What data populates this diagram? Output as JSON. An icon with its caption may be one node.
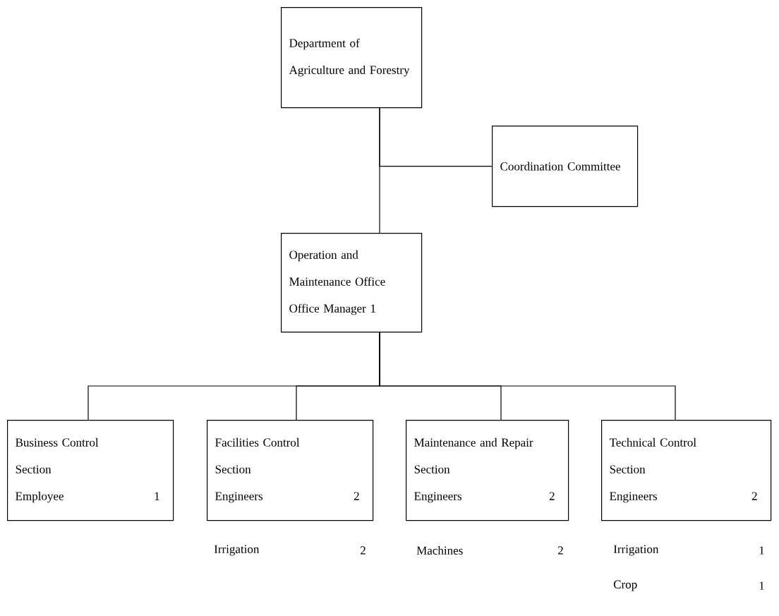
{
  "diagram": {
    "nodes": [
      {
        "text": [
          "Department of Agriculture and Forestry"
        ]
      },
      {
        "text": [
          "Coordination Committee"
        ]
      },
      {
        "text": [
          "Operation and Maintenance Office",
          "Office Manager 1"
        ]
      },
      {
        "text": [
          "Business Control Section",
          "Employee",
          "1"
        ]
      },
      {
        "text": [
          "Facilities Control Section",
          "Engineers",
          "2"
        ]
      },
      {
        "text": [
          "Maintenance and Repair Section",
          "Engineers",
          "2"
        ]
      },
      {
        "text": [
          "Technical Control Section",
          "Engineers",
          "2"
        ]
      }
    ],
    "edges": [
      {
        "from": 0,
        "to": 2,
        "arrow": "none"
      },
      {
        "from": 1,
        "to": 0,
        "arrow": "none"
      },
      {
        "from": 2,
        "to": 3,
        "arrow": "none"
      },
      {
        "from": 2,
        "to": 4,
        "arrow": "none"
      },
      {
        "from": 2,
        "to": 5,
        "arrow": "none"
      },
      {
        "from": 2,
        "to": 6,
        "arrow": "none"
      }
    ],
    "labels": [
      "Irrigation",
      "2",
      "Machines",
      "2",
      "Irrigation",
      "1",
      "Crop",
      "1"
    ]
  }
}
